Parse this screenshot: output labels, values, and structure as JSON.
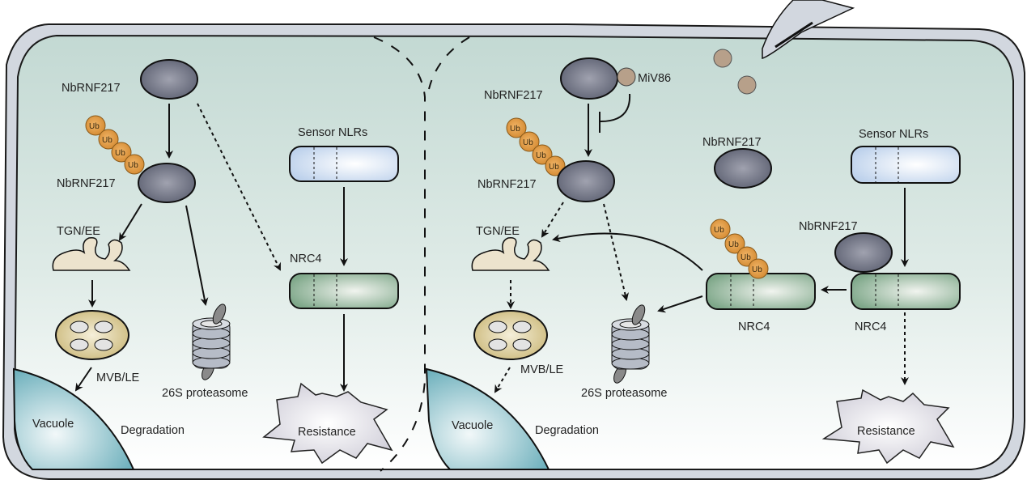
{
  "colors": {
    "cell_wall": "#d2d7df",
    "cytoplasm_top": "#c3d9d3",
    "cytoplasm_bottom": "#ffffff",
    "protein": "#6d7182",
    "ubiquitin": "#e3a04c",
    "effector": "#b7a08a",
    "sensor_nlr": "#e4ecf7",
    "nrc4": "#a9c6b2",
    "tgn": "#ece3cd",
    "mvb": "#ddd0a0",
    "vacuole": "#8fc3cc",
    "proteasome": "#b6bcc7",
    "resistance": "#ebeaf0"
  },
  "left_panel": {
    "nbrnf217_top": "NbRNF217",
    "nbrnf217_ub": "NbRNF217",
    "ub_chain": [
      "Ub",
      "Ub",
      "Ub",
      "Ub"
    ],
    "tgn": "TGN/EE",
    "mvb": "MVB/LE",
    "vacuole": "Vacuole",
    "degradation": "Degradation",
    "proteasome": "26S proteasome",
    "sensor": "Sensor NLRs",
    "nrc4": "NRC4",
    "resistance": "Resistance"
  },
  "right_panel": {
    "nbrnf217_top": "NbRNF217",
    "effector": "MiV86",
    "nbrnf217_ub": "NbRNF217",
    "ub_chain": [
      "Ub",
      "Ub",
      "Ub",
      "Ub"
    ],
    "tgn": "TGN/EE",
    "mvb": "MVB/LE",
    "vacuole": "Vacuole",
    "degradation": "Degradation",
    "proteasome": "26S proteasome",
    "nbrnf217_free": "NbRNF217",
    "sensor": "Sensor NLRs",
    "nbrnf217_bound": "NbRNF217",
    "nrc4_ub_chain": [
      "Ub",
      "Ub",
      "Ub",
      "Ub"
    ],
    "nrc4_ub": "NRC4",
    "nrc4_active": "NRC4",
    "resistance": "Resistance"
  }
}
